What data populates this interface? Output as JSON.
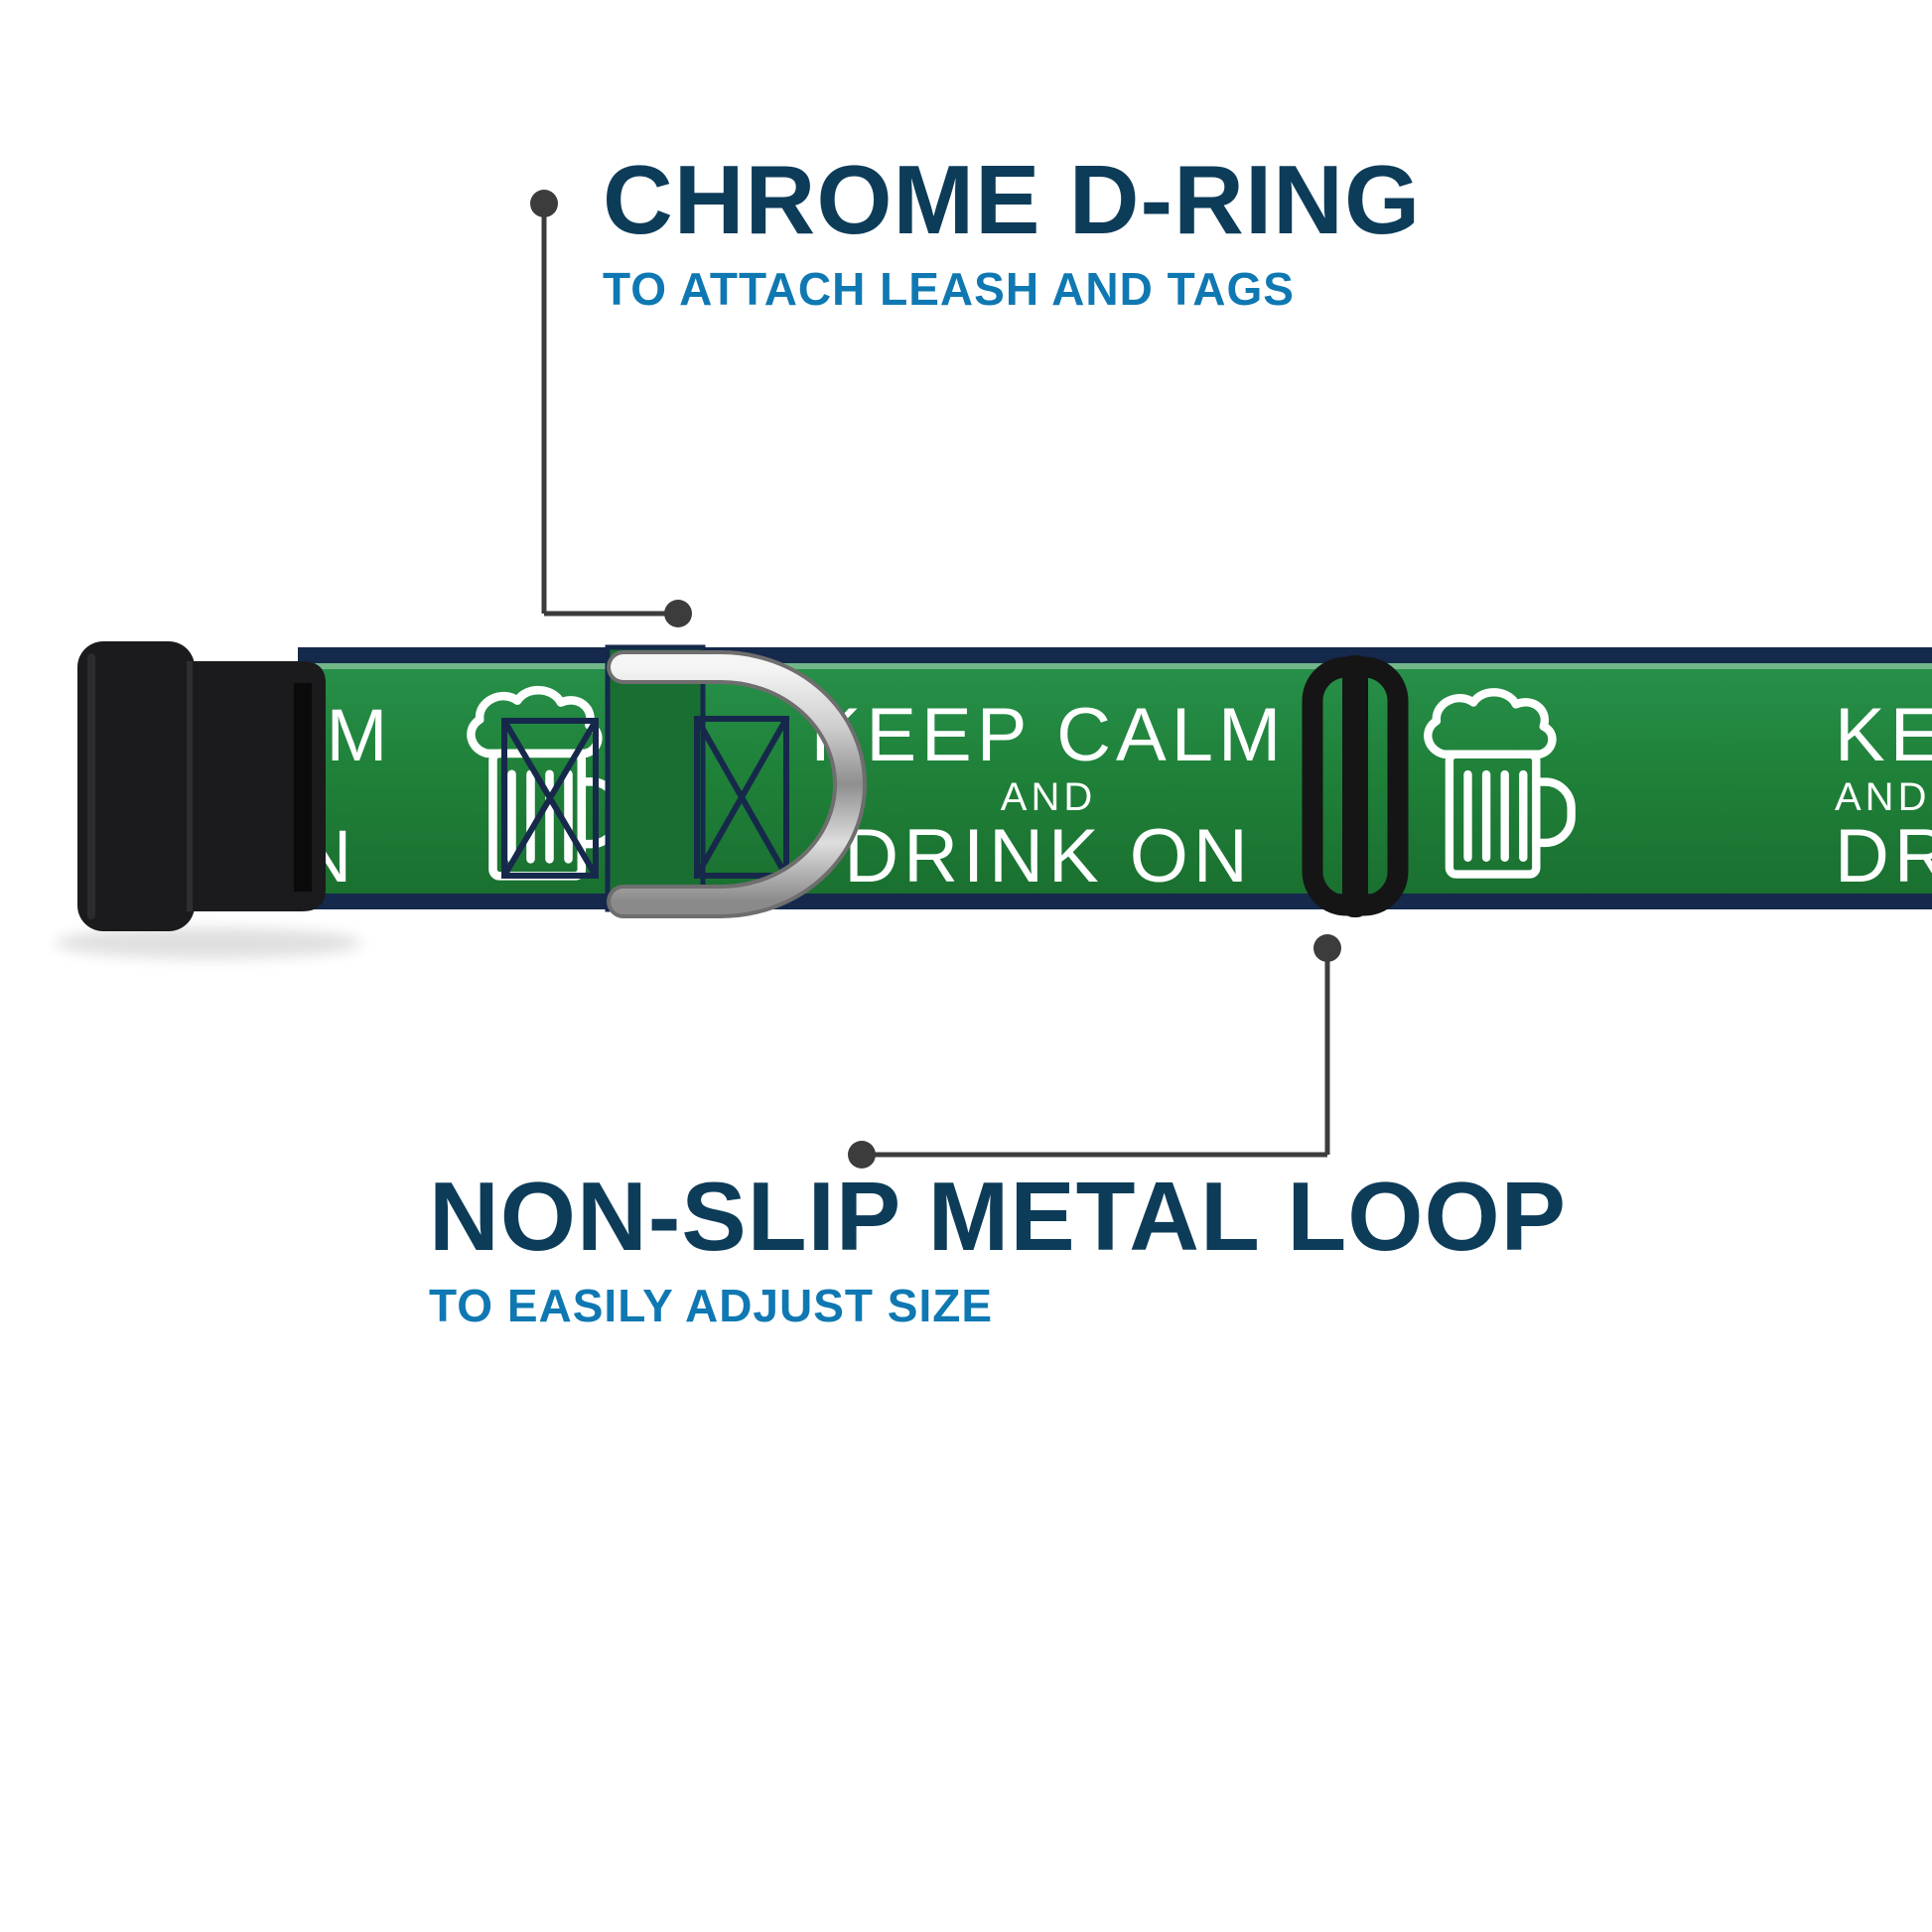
{
  "annotations": {
    "top": {
      "title": "CHROME D-RING",
      "subtitle": "TO ATTACH LEASH AND TAGS"
    },
    "bottom": {
      "title": "NON-SLIP METAL LOOP",
      "subtitle": "TO EASILY ADJUST SIZE"
    }
  },
  "collar": {
    "line1": "KEEP CALM",
    "line2": "AND",
    "line3": "DRINK ON",
    "partial_top": "M",
    "partial_bottom": "N",
    "icon": "beer-mug-icon",
    "parts": {
      "buckle": "black-side-release-buckle",
      "d_ring": "chrome-d-ring",
      "slider": "non-slip-metal-loop"
    }
  },
  "colors": {
    "webbing_green": "#1f8038",
    "edge_navy": "#14294b",
    "title_navy": "#0d3c59",
    "subtitle_blue": "#0f78b2",
    "callout_gray": "#3c3c3c",
    "chrome": "#c9c9c9",
    "buckle_black": "#1b1b1d",
    "collar_text": "#ffffff"
  }
}
